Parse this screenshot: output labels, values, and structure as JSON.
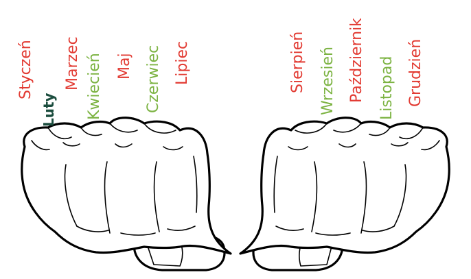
{
  "colors": {
    "long_month": "#e23b33",
    "short_month": "#7cb342",
    "february": "#1b4d3e",
    "outline": "#000000"
  },
  "months": [
    {
      "label": "Styczeń",
      "kind": "long_month"
    },
    {
      "label": "Luty",
      "kind": "february"
    },
    {
      "label": "Marzec",
      "kind": "long_month"
    },
    {
      "label": "Kwiecień",
      "kind": "short_month"
    },
    {
      "label": "Maj",
      "kind": "long_month"
    },
    {
      "label": "Czerwiec",
      "kind": "short_month"
    },
    {
      "label": "Lipiec",
      "kind": "long_month"
    },
    {
      "label": "Sierpień",
      "kind": "long_month"
    },
    {
      "label": "Wrzesień",
      "kind": "short_month"
    },
    {
      "label": "Październik",
      "kind": "long_month"
    },
    {
      "label": "Listopad",
      "kind": "short_month"
    },
    {
      "label": "Grudzień",
      "kind": "long_month"
    }
  ],
  "icons": {
    "left": "left-fist-icon",
    "right": "right-fist-icon"
  }
}
